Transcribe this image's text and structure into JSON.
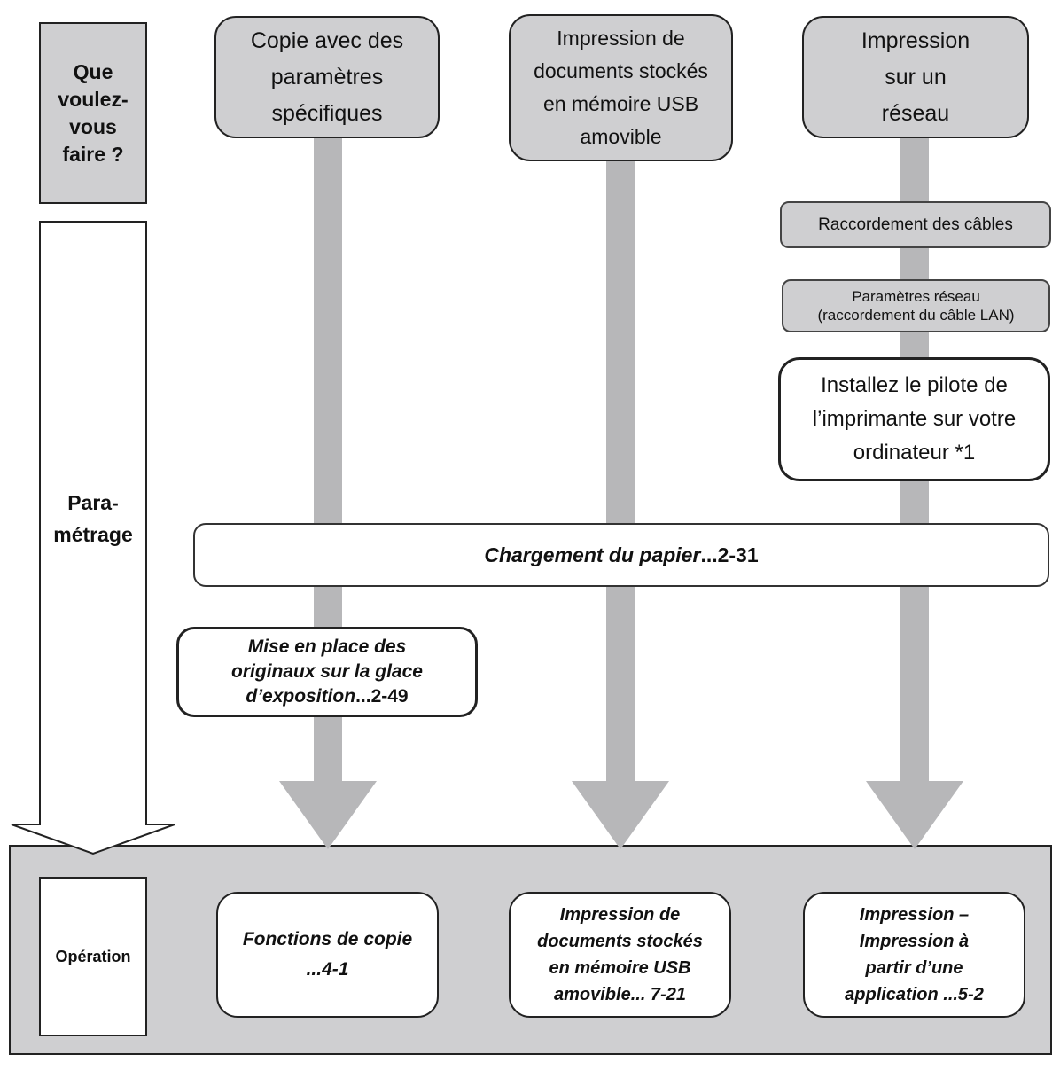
{
  "side": {
    "question_lines": "Que\nvoulez-\nvous\nfaire ?",
    "setup_label": "Para-\nmétrage",
    "operation_label": "Opération"
  },
  "columns": [
    {
      "top_label": "Copie avec des\nparamètres\nspécifiques",
      "op_label": "Fonctions de copie\n...4-1"
    },
    {
      "top_label": "Impression de\ndocuments stockés\nen mémoire USB\namovible",
      "op_label": "Impression de\ndocuments stockés\nen mémoire USB\namovible... 7-21"
    },
    {
      "top_label": "Impression\nsur un\nréseau",
      "op_label": "Impression –\nImpression à\npartir d’une\napplication ...5-2"
    }
  ],
  "network_steps": {
    "cables": "Raccordement des câbles",
    "network_params": "Paramètres réseau\n(raccordement du câble LAN)",
    "driver": "Installez le pilote de\nl’imprimante sur votre\nordinateur   *1"
  },
  "shared_steps": {
    "paper_label": "Chargement du papier",
    "paper_ref": "...2-31",
    "originals_label": "Mise en place des\noriginaux sur la glace\nd’exposition",
    "originals_ref": "...2-49"
  },
  "colors": {
    "box_fill": "#cfcfd1",
    "flow_bar": "#b7b7b9",
    "border": "#222222"
  }
}
